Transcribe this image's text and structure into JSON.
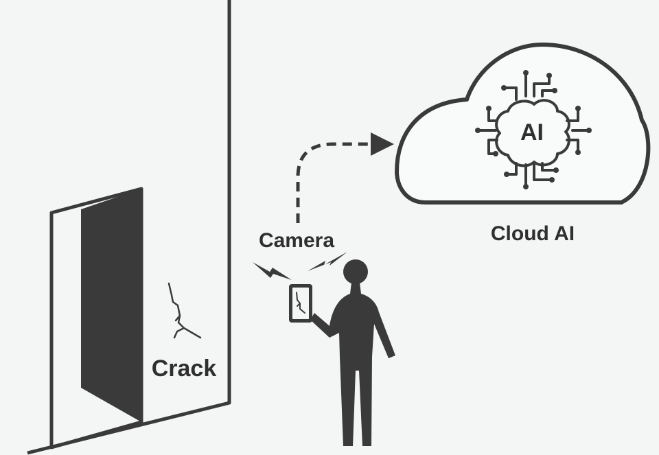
{
  "labels": {
    "crack": "Crack",
    "camera": "Camera",
    "cloud_ai": "Cloud AI",
    "ai_badge": "AI"
  },
  "colors": {
    "background": "#f4f6f5",
    "ink": "#3a3a3a",
    "cloud_fill": "#f9fbfa"
  },
  "icons": [
    "building-wall",
    "door",
    "crack",
    "phone",
    "person",
    "signal-bolt",
    "dashed-arrow",
    "cloud",
    "ai-chip"
  ]
}
